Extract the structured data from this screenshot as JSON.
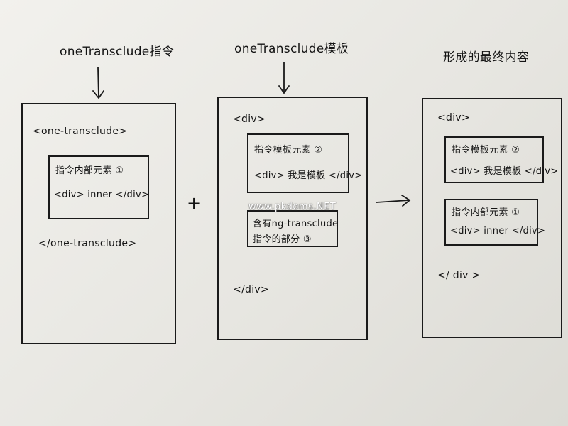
{
  "columns": [
    {
      "heading": "oneTransclude指令",
      "lines": {
        "open_tag": "<one-transclude>",
        "close_tag": "</one-transclude>"
      },
      "inner": {
        "title": "指令内部元素 ①",
        "code": "<div> inner </div>"
      }
    },
    {
      "heading": "oneTransclude模板",
      "lines": {
        "open_tag": "<div>",
        "close_tag": "</div>"
      },
      "inner_a": {
        "title": "指令模板元素 ②",
        "code": "<div> 我是模板 </div>"
      },
      "inner_b": {
        "line1": "含有ng-transclude",
        "line2": "指令的部分 ③"
      }
    },
    {
      "heading": "形成的最终内容",
      "lines": {
        "open_tag": "<div>",
        "close_tag": "</ div >"
      },
      "inner_a": {
        "title": "指令模板元素 ②",
        "code": "<div> 我是模板 </div>"
      },
      "inner_b": {
        "title": "指令内部元素 ①",
        "code": "<div> inner </div>"
      }
    }
  ],
  "operators": {
    "plus": "+"
  },
  "watermark": "www.pkdoms.NET",
  "colors": {
    "ink": "#161616",
    "paper": "#eceae6"
  }
}
